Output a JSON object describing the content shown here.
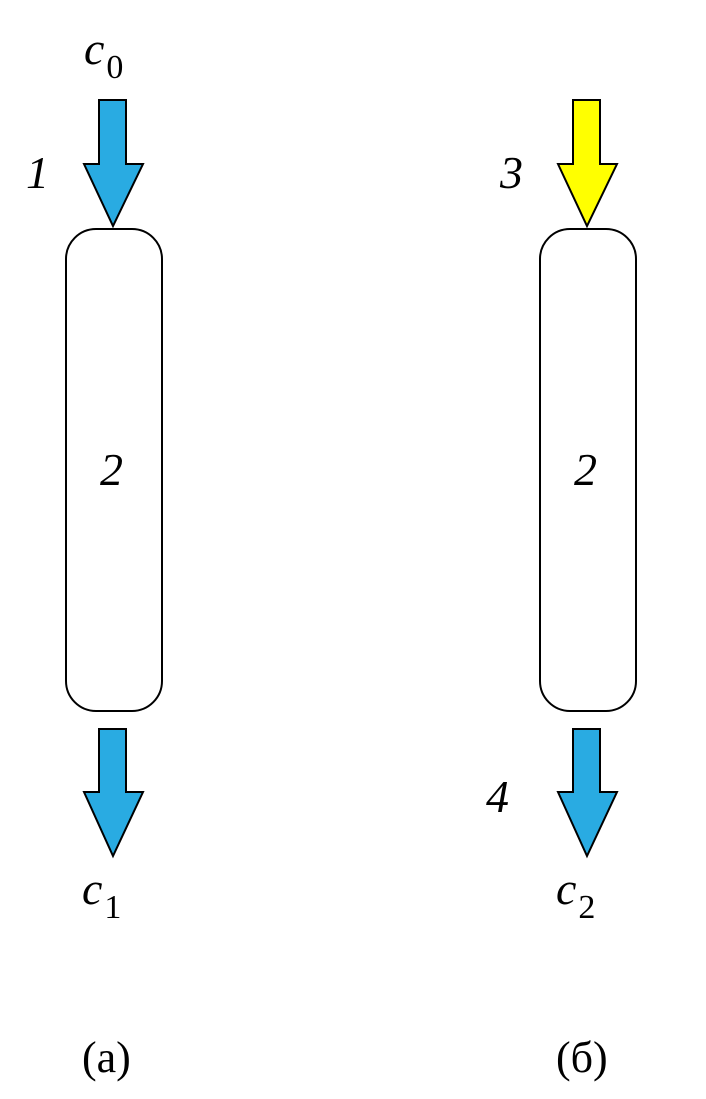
{
  "colors": {
    "blue": "#29abe2",
    "yellow": "#ffff00",
    "stroke": "#000000"
  },
  "left": {
    "input_label": "c",
    "input_sub": "0",
    "arrow_in_label": "1",
    "column_label": "2",
    "output_label": "c",
    "output_sub": "1",
    "caption": "(а)"
  },
  "right": {
    "arrow_in_label": "3",
    "column_label": "2",
    "arrow_out_label": "4",
    "output_label": "c",
    "output_sub": "2",
    "caption": "(б)"
  }
}
